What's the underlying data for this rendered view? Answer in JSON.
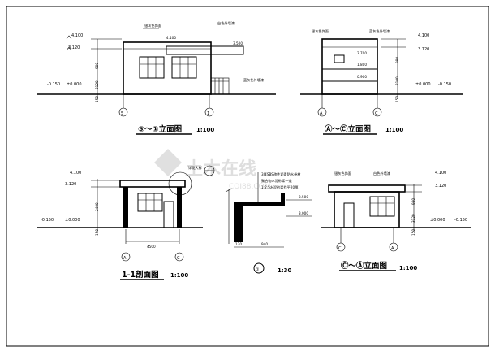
{
  "watermark": {
    "text": "土木在线",
    "sub": "COI88.COM"
  },
  "views": {
    "v1": {
      "title": "⑤～①立面图",
      "scale": "1:100",
      "levels": [
        "4.100",
        "3.120",
        "±0.000",
        "-0.150"
      ],
      "dims": [
        "980",
        "3120",
        "150"
      ],
      "notes": [
        "银灰色饰面",
        "白色外墙漆",
        "蓝灰色外墙漆"
      ],
      "roof_label": "4.100",
      "canopy_label": "3.500",
      "axes": [
        "5",
        "1"
      ]
    },
    "v2": {
      "title": "Ⓐ～Ⓒ立面图",
      "scale": "1:100",
      "levels": [
        "4.100",
        "3.120",
        "±0.000",
        "-0.150"
      ],
      "dims": [
        "980",
        "2100",
        "150"
      ],
      "notes": [
        "银灰色饰面",
        "蓝灰色外墙漆"
      ],
      "inner_levels": [
        "2.700",
        "1.800",
        "0.900"
      ],
      "axes": [
        "A",
        "C"
      ]
    },
    "v3": {
      "title": "1-1剖面图",
      "scale": "1:100",
      "levels": [
        "4.100",
        "3.120",
        "±0.000",
        "-0.150"
      ],
      "dims": [
        "2400",
        "150"
      ],
      "bottom_dim": "4500",
      "notes": [
        "详见大样"
      ],
      "axes": [
        "A",
        "C"
      ]
    },
    "v4": {
      "title": "①",
      "scale": "1:30",
      "notes": [
        "3厚SBS改性沥青防水卷材",
        "聚合物水泥砂浆一道",
        "1:2.5水泥砂浆找平20厚"
      ],
      "levels": [
        "3.500",
        "3.000"
      ],
      "dims": [
        "120",
        "940"
      ]
    },
    "v5": {
      "title": "Ⓒ～Ⓐ立面图",
      "scale": "1:100",
      "levels": [
        "4.100",
        "3.120",
        "±0.000",
        "-0.150"
      ],
      "dims": [
        "980",
        "3120",
        "150"
      ],
      "notes": [
        "银灰色饰面",
        "白色外墙漆"
      ],
      "axes": [
        "C",
        "A"
      ]
    }
  }
}
